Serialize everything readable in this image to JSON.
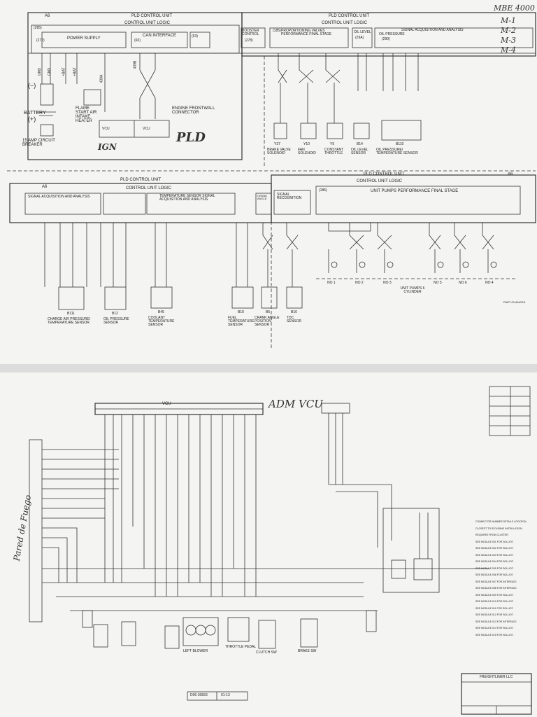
{
  "page_top": {
    "corner_note": "MBE 4000",
    "m_list": [
      "M-1",
      "M-2",
      "M-3",
      "M-4"
    ],
    "upper_header": {
      "left_title": "PLD CONTROL UNIT",
      "left_ref": "A6",
      "left_logic": "CONTROL UNIT LOGIC",
      "right_title": "PLD CONTROL UNIT",
      "right_logic": "CONTROL UNIT LOGIC"
    },
    "upper_left_blocks": {
      "power_supply": "POWER SUPPLY",
      "power_ref": "(285)",
      "power_sub": "(27?)",
      "can_interface": "CAN INTERFACE",
      "can_ref": "(60)",
      "third_ref": "(63)",
      "wire_codes": [
        "GND",
        "GND",
        "+BAT",
        "+BAT",
        "439A",
        "439B"
      ]
    },
    "upper_left_labels": {
      "battery": "BATTERY",
      "battery_minus": "(−)",
      "battery_plus": "(+)",
      "breaker": "15 AMP CIRCUIT BREAKER",
      "flame": "FLAME START AIR INTAKE HEATER",
      "engine_connector": "ENGINE FRONTWALL CONNECTOR",
      "vcu_a": "VCU",
      "vcu_b": "VCU",
      "ign": "IGN",
      "pld": "PLD"
    },
    "upper_right_blocks": {
      "booster": "BOOSTER CONTROL",
      "booster_ref": "(278)",
      "proportioning": "PROPORTIONING VALVES PERFORMANCE FINAL STAGE",
      "proportioning_ref": "(185)",
      "oil_level": "OIL LEVEL",
      "oil_level_ref": "(29A)",
      "signal_acq": "SIGNAL ACQUISITION AND ANALYSIS",
      "oil_pressure": "OIL PRESSURE",
      "oil_pressure_ref": "(290)"
    },
    "upper_right_sensors": [
      {
        "id": "Y37",
        "label": "BRAKE VALVE SOLENOID"
      },
      {
        "id": "Y10",
        "label": "FAN SOLENOID"
      },
      {
        "id": "Y5",
        "label": "CONSTANT THROTTLE"
      },
      {
        "id": "B14",
        "label": "OIL LEVEL SENSOR"
      },
      {
        "id": "B110",
        "label": "OIL PRESSURE/ TEMPERATURE SENSOR"
      }
    ],
    "lower_header": {
      "left_title": "PLD CONTROL UNIT",
      "left_ref": "A6",
      "left_logic": "CONTROL UNIT LOGIC",
      "right_title": "PLD CONTROL UNIT",
      "right_ref": "A6",
      "right_logic": "CONTROL UNIT LOGIC"
    },
    "lower_blocks": {
      "signal_acq": "SIGNAL ACQUISITION AND ANALYSIS",
      "temp_sensor": "TEMPERATURE SENSOR SIGNAL ACQUISITION AND ANALYSIS",
      "crank": "CRANK ANGLE",
      "signal_recog": "SIGNAL RECOGNITION",
      "unit_pumps": "UNIT PUMPS PERFORMANCE FINAL STAGE",
      "unit_pumps_ref": "(186)"
    },
    "lower_sensors": [
      {
        "id": "B111",
        "label": "CHARGE AIR PRESSURE/ TEMPERATURE SENSOR"
      },
      {
        "id": "B12",
        "label": "OIL PRESSURE SENSOR"
      },
      {
        "id": "B45",
        "label": "COOLANT TEMPERATURE SENSOR"
      },
      {
        "id": "B10",
        "label": "FUEL TEMPERATURE SENSOR"
      },
      {
        "id": "B5",
        "label": "CRANK ANGLE POSITION SENSOR"
      },
      {
        "id": "B16",
        "label": "TDC SENSOR"
      }
    ],
    "pumps": {
      "labels": [
        "NO 1",
        "NO 2",
        "NO 3",
        "NO 5",
        "NO 6",
        "NO 4"
      ],
      "caption": "UNIT PUMPS 6 CYLINDER"
    },
    "footnote": "PART CHANGED"
  },
  "page_bottom": {
    "title": "ADM VCU",
    "top_label": "VCU",
    "side_note": "Pared de Fuego",
    "drawing_number": "D06-30833",
    "drawing_sheet": "01-13",
    "company": "FREIGHTLINER LLC",
    "bottom_labels": [
      "LEFT BLOWER",
      "THROTTLE PEDAL",
      "CLUTCH SW",
      "BRAKE SW"
    ],
    "notes": [
      "CONNECTOR NUMBER DETAILS LOCATION.",
      "CLOSEST TO ID DURING INSTALLATION.",
      "REQUIRES FROM CLUSTER",
      "SEE MODULE 001 FOR SOLLIOT.",
      "SEE MODULE 002 FOR SOLLIOT.",
      "SEE MODULE 003 FOR SOLLIOT.",
      "SEE MODULE 004 FOR SOLLIOT.",
      "SEE MODULE 005 FOR SOLLIOT.",
      "SEE MODULE 006 FOR SOLLIOT.",
      "SEE MODULE 007 FOR INTERFACE.",
      "SEE MODULE 008 FOR INTERFACE.",
      "SEE MODULE 009 FOR SOLLIOT.",
      "SEE MODULE 010 FOR SOLLIOT.",
      "SEE MODULE 011 FOR SOLLIOT.",
      "SEE MODULE 012 FOR SOLLIOT.",
      "SEE MODULE 013 FOR INTERFACE.",
      "SEE MODULE 014 FOR SOLLIOT.",
      "SEE MODULE 015 FOR SOLLIOT."
    ]
  }
}
